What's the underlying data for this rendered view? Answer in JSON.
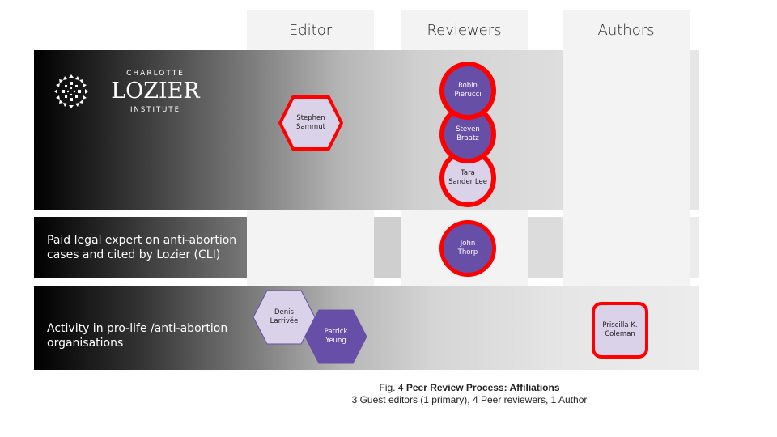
{
  "columns": [
    {
      "label": "Editor"
    },
    {
      "label": "Reviewers"
    },
    {
      "label": "Authors"
    }
  ],
  "rows": [
    {
      "label": "",
      "logo": {
        "line1": "CHARLOTTE",
        "line2": "LOZIER",
        "line3": "INSTITUTE",
        "icon": "starburst-logo-icon"
      }
    },
    {
      "label": "Paid legal expert on anti-abortion cases and cited by Lozier (CLI)"
    },
    {
      "label": "Activity in pro-life /anti-abortion organisations"
    }
  ],
  "nodes": {
    "stephen": {
      "name": "Stephen\nSammut",
      "shape": "hexagon",
      "fill": "#d9d2e9",
      "border": "#ff0000"
    },
    "robin": {
      "name": "Robin\nPierucci",
      "shape": "circle",
      "fill": "#674ea7",
      "border": "#ff0000"
    },
    "steven": {
      "name": "Steven\nBraatz",
      "shape": "circle",
      "fill": "#674ea7",
      "border": "#ff0000"
    },
    "tara": {
      "name": "Tara\nSander Lee",
      "shape": "circle",
      "fill": "#d9d2e9",
      "border": "#ff0000"
    },
    "john": {
      "name": "John\nThorp",
      "shape": "circle",
      "fill": "#674ea7",
      "border": "#ff0000"
    },
    "denis": {
      "name": "Denis\nLarrivée",
      "shape": "hexagon",
      "fill": "#d9d2e9",
      "border": "#674ea7"
    },
    "patrick": {
      "name": "Patrick\nYeung",
      "shape": "hexagon",
      "fill": "#674ea7",
      "border": "#674ea7"
    },
    "priscilla": {
      "name": "Priscilla K.\nColeman",
      "shape": "rounded-square",
      "fill": "#d9d2e9",
      "border": "#ff0000"
    }
  },
  "caption": {
    "prefix": "Fig. 4 ",
    "title": "Peer Review Process: Affiliations",
    "subtitle": "3 Guest editors (1 primary), 4 Peer reviewers, 1 Author"
  },
  "colors": {
    "highlight": "#ff0000",
    "purple": "#674ea7",
    "lavender": "#d9d2e9",
    "column_bg": "#f3f3f3"
  }
}
